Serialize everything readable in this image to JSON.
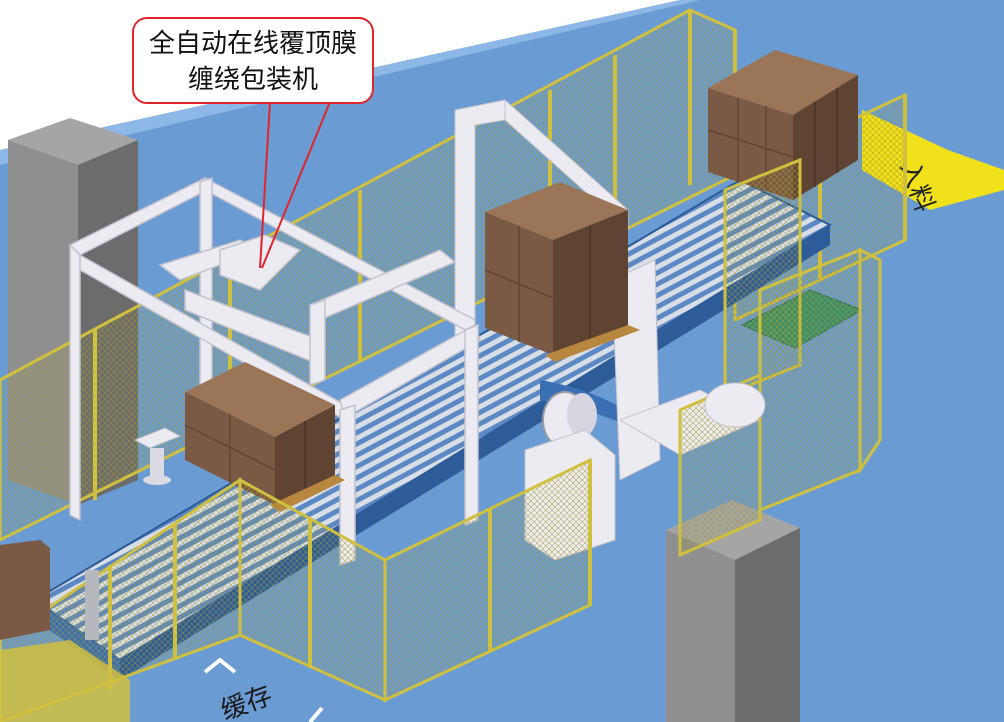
{
  "callout": {
    "line1": "全自动在线覆顶膜",
    "line2": "缠绕包装机"
  },
  "floor_label": "缓存",
  "floor_sign": "入料",
  "colors": {
    "floor": "#6a9bd3",
    "floor_edge": "#8db7e6",
    "fence": "#d0c040",
    "fence_mesh": "#a39a2e",
    "frame": "#ecebf2",
    "frame_shadow": "#c3c2cc",
    "box": "#7a5a44",
    "box_light": "#9a7558",
    "box_dark": "#5f4433",
    "cabinet": "#8f8f8f",
    "cabinet_dark": "#6c6c6c",
    "conveyor": "#3a6fb3",
    "roller": "#d8dde6",
    "callout_stroke": "#e0262a",
    "sign": "#f1e11a",
    "tray": "#3a8f6d"
  }
}
